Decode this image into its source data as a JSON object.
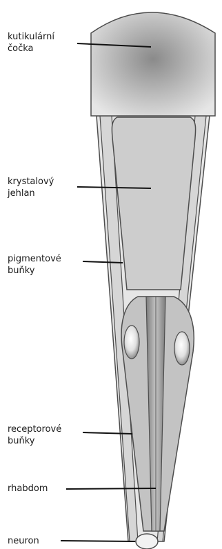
{
  "labels": {
    "lens": "kutikulární\nčočka",
    "cone": "krystalový\njehlan",
    "pigment": "pigmentové\nbuňky",
    "receptor": "receptorové\nbuňky",
    "rhabdom": "rhabdom",
    "neuron": "neuron"
  },
  "colors": {
    "outline": "#4d4d4d",
    "lens_center": "#8a8a8a",
    "lens_edge": "#e2e2e2",
    "cone_fill": "#cfcfcf",
    "pigment_fill": "#d8d8d8",
    "rhabdom_fill": "#8c8c8c",
    "leader": "#111111"
  }
}
